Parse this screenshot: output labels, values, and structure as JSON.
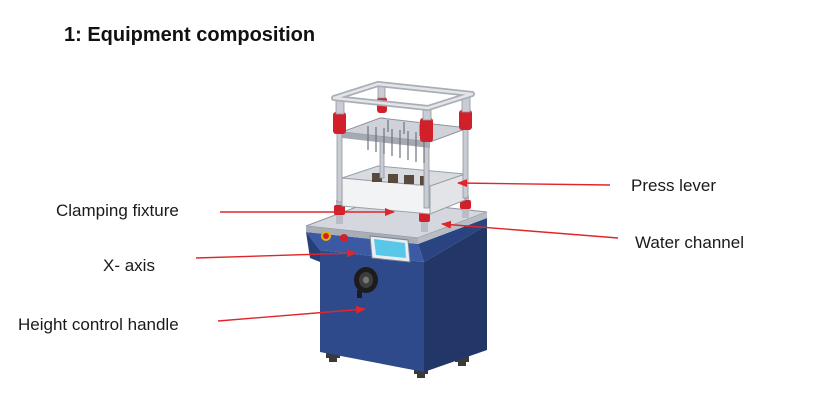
{
  "title": "1: Equipment composition",
  "labels": {
    "press_lever": "Press lever",
    "clamping_fixture": "Clamping fixture",
    "water_channel": "Water channel",
    "x_axis": "X- axis",
    "height_control_handle": "Height control handle"
  },
  "colors": {
    "cabinet": "#2f4a8a",
    "cabinet_dark": "#223668",
    "frame": "#c9ccd3",
    "frame_dark": "#8f949e",
    "red_part": "#d2202a",
    "screen": "#58c7e8",
    "arrow": "#e0262b"
  }
}
